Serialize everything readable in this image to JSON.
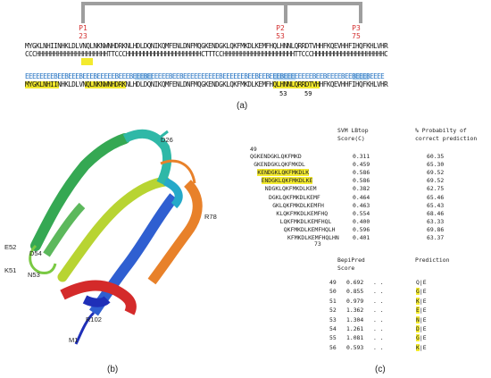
{
  "panel_a": {
    "label": "(a)",
    "markers": [
      {
        "name": "P1",
        "pos": "23"
      },
      {
        "name": "P2",
        "pos": "53"
      },
      {
        "name": "P3",
        "pos": "75"
      }
    ],
    "rows": [
      "MYGKLNHIINHKLDLVNQLNKNWNHDRKNLHDLDQNIKQMFENLDNFMQGKENDGKLQKFMKDLKEMFHQLHNNLQRRDTVHHFKQEVHHFIHQFKHLVHR",
      "CCCHHHHHHHHHHHHHHHHHHHHTTCCCHHHHHHHHHHHHHHHHHHHHHCTTTCCHHHHHHHHHHHHHHHHHHHHTTCCCHHHHHHHHHHHHHHHHHHHHC",
      "EEEEEEEEBEEBEEEBEEEBEEEEEBEEEBEEEBEEEEEEBEEBEEEEEEEEEEBEEEEEEBEEBEEBEEEBEEEEEEEEBEEBEEEEBEEBEEEBEEEE",
      "MYGKLNHIINHKLDLVNQLNKNWNHDRKNLHDLDQNIKQMFENLDNFMQGKENDGKLQKFMKDLKEMFHQLHNNLQRRDTVHHFKQEVHHFIHQFKHLVHR"
    ],
    "below_numbers": [
      "53",
      "59"
    ]
  },
  "panel_b": {
    "label": "(b)",
    "residues": [
      "D26",
      "R78",
      "E52",
      "D54",
      "K51",
      "N53",
      "R102",
      "M1"
    ]
  },
  "panel_c": {
    "label": "(c)",
    "svm": {
      "start": "49",
      "end": "73",
      "col1": "SVM LBtop\nScore(C)",
      "col2": "% Probabilty of\ncorrect prediction",
      "peptides": [
        {
          "seq": "QGKENDGKLQKFMKD",
          "score": "0.311",
          "prob": "60.35",
          "hl": false
        },
        {
          "seq": "GKENDGKLQKFMKDL",
          "score": "0.459",
          "prob": "65.30",
          "hl": false
        },
        {
          "seq": "KENDGKLQKFMKDLK",
          "score": "0.586",
          "prob": "69.52",
          "hl": true
        },
        {
          "seq": "ENDGKLQKFMKDLKE",
          "score": "0.586",
          "prob": "69.52",
          "hl": true
        },
        {
          "seq": "NDGKLQKFMKDLKEM",
          "score": "0.382",
          "prob": "62.75",
          "hl": false
        },
        {
          "seq": "DGKLQKFMKDLKEMF",
          "score": "0.464",
          "prob": "65.46",
          "hl": false
        },
        {
          "seq": "GKLQKFMKDLKEMFH",
          "score": "0.463",
          "prob": "65.43",
          "hl": false
        },
        {
          "seq": "KLQKFMKDLKEMFHQ",
          "score": "0.554",
          "prob": "68.46",
          "hl": false
        },
        {
          "seq": "LQKFMKDLKEMFHQL",
          "score": "0.400",
          "prob": "63.33",
          "hl": false
        },
        {
          "seq": "QKFMKDLKEMFHQLH",
          "score": "0.596",
          "prob": "69.86",
          "hl": false
        },
        {
          "seq": "KFMKDLKEMFHQLHN",
          "score": "0.401",
          "prob": "63.37",
          "hl": false
        }
      ]
    },
    "bepipred": {
      "col1": "BepiPred\nScore",
      "col2": "Prediction",
      "rows": [
        {
          "pos": "49",
          "score": "0.692",
          "aa": "Q",
          "pred": "E",
          "hl": false
        },
        {
          "pos": "50",
          "score": "0.855",
          "aa": "G",
          "pred": "E",
          "hl": true
        },
        {
          "pos": "51",
          "score": "0.979",
          "aa": "K",
          "pred": "E",
          "hl": true
        },
        {
          "pos": "52",
          "score": "1.362",
          "aa": "E",
          "pred": "E",
          "hl": true
        },
        {
          "pos": "53",
          "score": "1.304",
          "aa": "N",
          "pred": "E",
          "hl": true
        },
        {
          "pos": "54",
          "score": "1.261",
          "aa": "D",
          "pred": "E",
          "hl": true
        },
        {
          "pos": "55",
          "score": "1.081",
          "aa": "G",
          "pred": "E",
          "hl": true
        },
        {
          "pos": "56",
          "score": "0.593",
          "aa": "K",
          "pred": "E",
          "hl": true
        }
      ]
    }
  },
  "colors": {
    "marker_red": "#d32f2f",
    "highlight_yellow": "#f3ea2e",
    "bracket_gray": "#9e9e9e",
    "turn_green": "#2e7d32",
    "exposed_blue": "#1f6fc0"
  }
}
